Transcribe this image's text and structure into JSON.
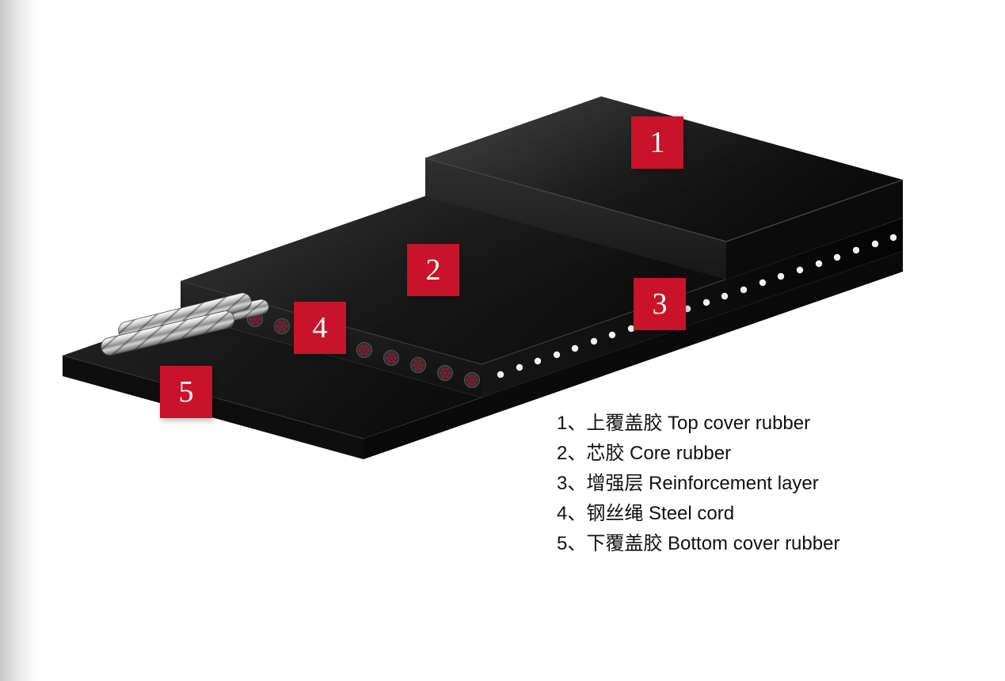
{
  "markers": [
    "1",
    "2",
    "3",
    "4",
    "5"
  ],
  "legend": {
    "items": [
      "1、上覆盖胶 Top cover rubber",
      "2、芯胶 Core rubber",
      "3、增强层 Reinforcement layer",
      "4、钢丝绳 Steel cord",
      "5、下覆盖胶 Bottom cover rubber"
    ]
  },
  "colors": {
    "marker_red": "#c8132a",
    "belt_black": "#111111",
    "reinforcement_dot_white": "#f2f2f2",
    "steel_cord_silver": "#c0c0c0",
    "cord_core_maroon": "#7a2030",
    "legend_text": "#111111",
    "page_background": "#ffffff"
  }
}
